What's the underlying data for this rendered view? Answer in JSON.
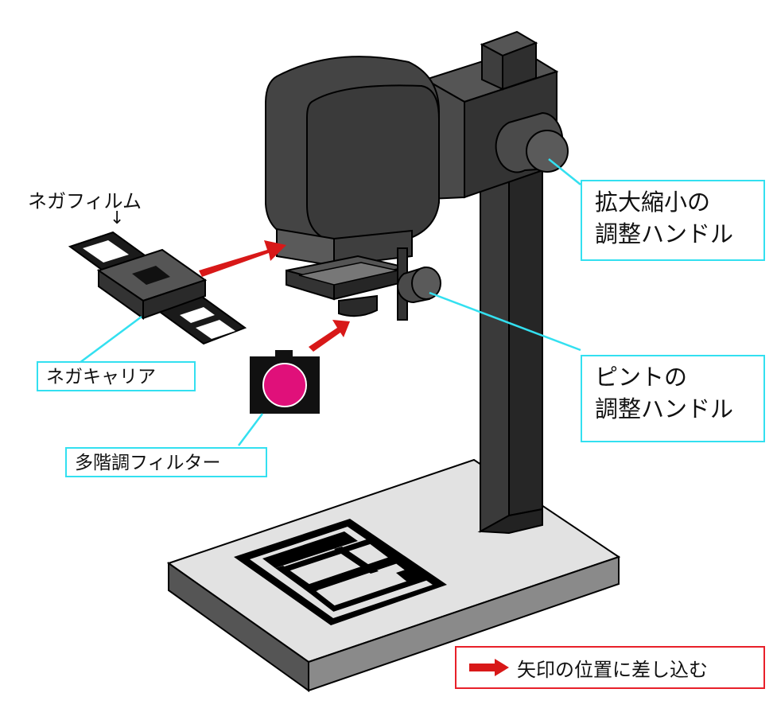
{
  "labels": {
    "negative_film": "ネガフィルム",
    "negative_film_arrow": "↓",
    "negative_carrier": "ネガキャリア",
    "multigrade_filter": "多階調フィルター",
    "zoom_handle_line1": "拡大縮小の",
    "zoom_handle_line2": "調整ハンドル",
    "focus_handle_line1": "ピントの",
    "focus_handle_line2": "調整ハンドル"
  },
  "legend": {
    "text": "矢印の位置に差し込む"
  },
  "colors": {
    "body_dark": "#3c3c3c",
    "body_light": "#5a5a5a",
    "leader_line": "#33e0f0",
    "arrow_red": "#d81818",
    "filter_magenta": "#e0107a",
    "baseboard": "#e0e0e0"
  }
}
